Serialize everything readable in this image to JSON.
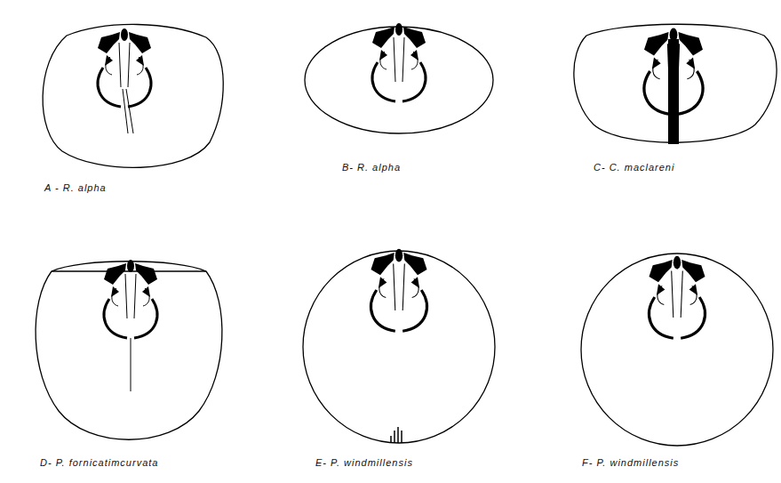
{
  "diagram": {
    "labels": [
      "A - R. alpha",
      "B- R. alpha",
      "C- C. maclareni",
      "D- P. fornicatimcurvata",
      "E- P. windmillensis",
      "F- P. windmillensis"
    ]
  }
}
